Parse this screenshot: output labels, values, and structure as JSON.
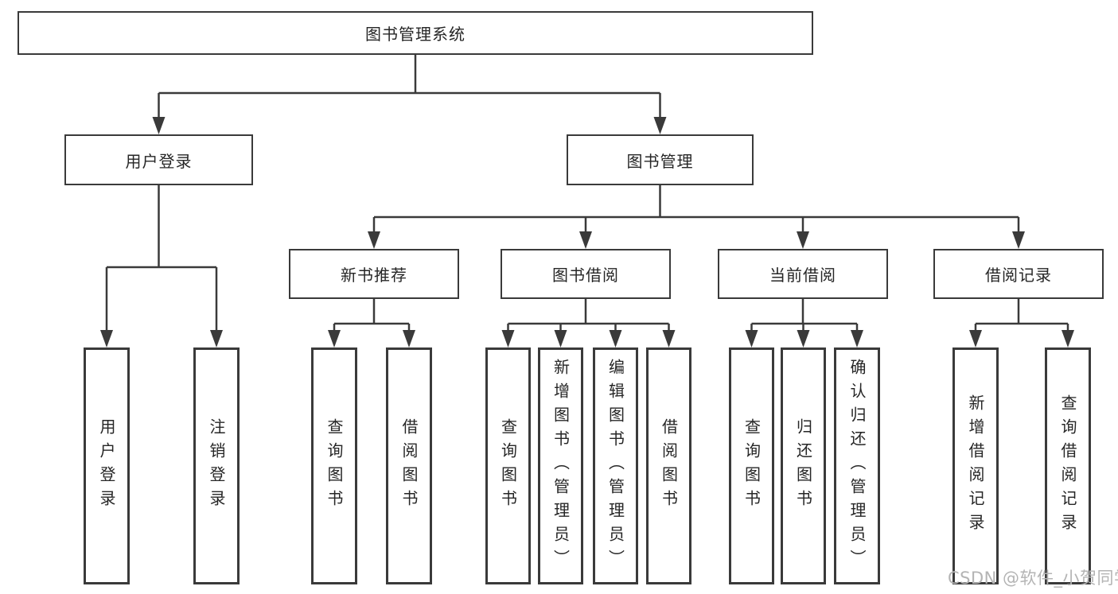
{
  "colors": {
    "line": "#3a3a3a",
    "text": "#262626",
    "background": "#ffffff",
    "watermark": "#b4b4b4"
  },
  "nodes": {
    "root": "图书管理系统",
    "user_login": "用户登录",
    "book_mgmt": "图书管理",
    "new_book_rec": "新书推荐",
    "book_borrow": "图书借阅",
    "current_borrow": "当前借阅",
    "borrow_records": "借阅记录",
    "leaf_user_login": "用户登录",
    "leaf_logout": "注销登录",
    "nbr_query": "查询图书",
    "nbr_borrow": "借阅图书",
    "bb_query": "查询图书",
    "bb_add": "新增图书（管理员）",
    "bb_edit": "编辑图书（管理员）",
    "bb_borrow": "借阅图书",
    "cb_query": "查询图书",
    "cb_return": "归还图书",
    "cb_confirm": "确认归还（管理员）",
    "br_add": "新增借阅记录",
    "br_query": "查询借阅记录"
  },
  "structure": {
    "root": "图书管理系统",
    "children": [
      {
        "label": "用户登录",
        "children": [
          {
            "label": "用户登录"
          },
          {
            "label": "注销登录"
          }
        ]
      },
      {
        "label": "图书管理",
        "children": [
          {
            "label": "新书推荐",
            "children": [
              {
                "label": "查询图书"
              },
              {
                "label": "借阅图书"
              }
            ]
          },
          {
            "label": "图书借阅",
            "children": [
              {
                "label": "查询图书"
              },
              {
                "label": "新增图书（管理员）"
              },
              {
                "label": "编辑图书（管理员）"
              },
              {
                "label": "借阅图书"
              }
            ]
          },
          {
            "label": "当前借阅",
            "children": [
              {
                "label": "查询图书"
              },
              {
                "label": "归还图书"
              },
              {
                "label": "确认归还（管理员）"
              }
            ]
          },
          {
            "label": "借阅记录",
            "children": [
              {
                "label": "新增借阅记录"
              },
              {
                "label": "查询借阅记录"
              }
            ]
          }
        ]
      }
    ]
  },
  "watermark": {
    "text": "CSDN @软件_小贺同学"
  }
}
